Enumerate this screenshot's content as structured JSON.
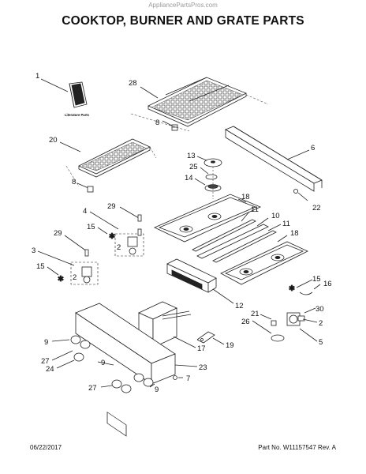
{
  "watermark": "AppliancePartsPros.com",
  "title": "COOKTOP, BURNER AND GRATE PARTS",
  "literature_label": "Literature Parts",
  "callouts": [
    "1",
    "28",
    "8",
    "20",
    "8",
    "6",
    "13",
    "25",
    "14",
    "18",
    "22",
    "4",
    "29",
    "15",
    "2",
    "11",
    "10",
    "11",
    "18",
    "29",
    "3",
    "15",
    "2",
    "15",
    "16",
    "12",
    "21",
    "30",
    "26",
    "2",
    "5",
    "9",
    "27",
    "24",
    "9",
    "17",
    "19",
    "23",
    "27",
    "9",
    "7"
  ],
  "footer": {
    "date": "06/22/2017",
    "part_no": "Part No.  W11157547   Rev.  A"
  }
}
